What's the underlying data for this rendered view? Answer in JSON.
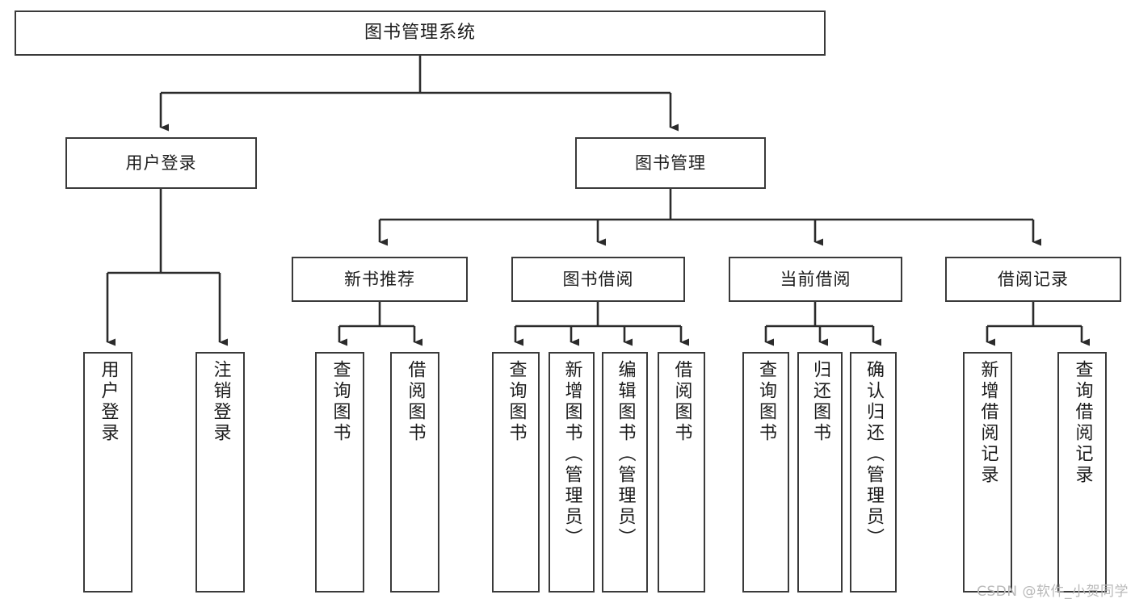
{
  "diagram": {
    "type": "tree",
    "title": "图书管理系统",
    "orientation": "top-down",
    "edge_style": "orthogonal-arrow",
    "colors": {
      "box_border": "#3a3a3a",
      "box_fill": "#ffffff",
      "edge": "#2b2b2b",
      "text": "#1c1c1c",
      "watermark": "#b9b9b9",
      "background": "#ffffff"
    },
    "root": {
      "label": "图书管理系统"
    },
    "level2": [
      {
        "id": "user-login",
        "label": "用户登录"
      },
      {
        "id": "book-manage",
        "label": "图书管理"
      }
    ],
    "level3": [
      {
        "id": "new-book-recommend",
        "label": "新书推荐",
        "parent": "book-manage"
      },
      {
        "id": "book-borrow",
        "label": "图书借阅",
        "parent": "book-manage"
      },
      {
        "id": "current-borrow",
        "label": "当前借阅",
        "parent": "book-manage"
      },
      {
        "id": "borrow-record",
        "label": "借阅记录",
        "parent": "book-manage"
      }
    ],
    "leaves": [
      {
        "id": "leaf-user-login",
        "label": "用户登录",
        "parent": "user-login"
      },
      {
        "id": "leaf-logout-login",
        "label": "注销登录",
        "parent": "user-login"
      },
      {
        "id": "leaf-query-book-1",
        "label": "查询图书",
        "parent": "new-book-recommend"
      },
      {
        "id": "leaf-borrow-book-1",
        "label": "借阅图书",
        "parent": "new-book-recommend"
      },
      {
        "id": "leaf-query-book-2",
        "label": "查询图书",
        "parent": "book-borrow"
      },
      {
        "id": "leaf-add-book-admin",
        "label": "新增图书（管理员）",
        "parent": "book-borrow"
      },
      {
        "id": "leaf-edit-book-admin",
        "label": "编辑图书（管理员）",
        "parent": "book-borrow"
      },
      {
        "id": "leaf-borrow-book-2",
        "label": "借阅图书",
        "parent": "book-borrow"
      },
      {
        "id": "leaf-query-book-3",
        "label": "查询图书",
        "parent": "current-borrow"
      },
      {
        "id": "leaf-return-book",
        "label": "归还图书",
        "parent": "current-borrow"
      },
      {
        "id": "leaf-confirm-return",
        "label": "确认归还（管理员）",
        "parent": "current-borrow"
      },
      {
        "id": "leaf-add-record",
        "label": "新增借阅记录",
        "parent": "borrow-record"
      },
      {
        "id": "leaf-query-record",
        "label": "查询借阅记录",
        "parent": "borrow-record"
      }
    ]
  },
  "watermark": {
    "text": "CSDN @软件_小贺同学"
  }
}
